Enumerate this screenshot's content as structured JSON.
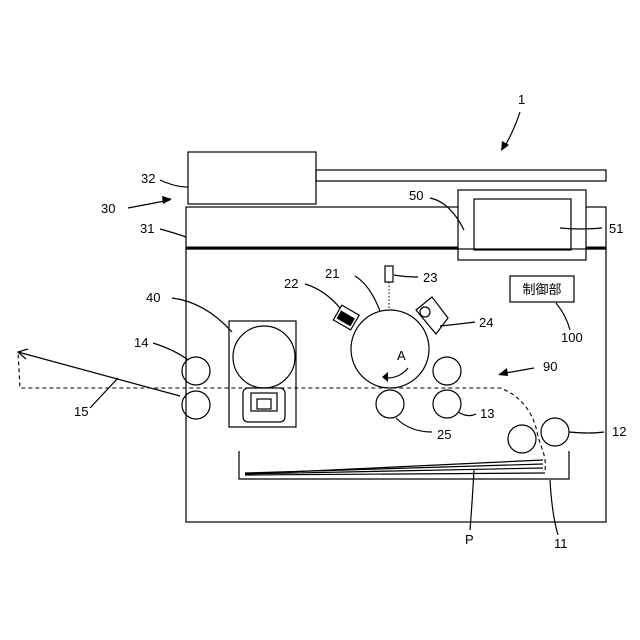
{
  "labels": {
    "apparatus": "1",
    "scanner": "30",
    "scanner_top": "32",
    "scanner_base": "31",
    "panel": "50",
    "display": "51",
    "photoreceptor": "21",
    "charger": "22",
    "exposure": "23",
    "cleaner": "24",
    "fixing": "40",
    "exit_roller": "14",
    "output_tray": "15",
    "path": "90",
    "control_ref": "100",
    "control_text": "制御部",
    "rotation": "A",
    "transfer": "25",
    "register": "13",
    "feed_roller": "12",
    "paper": "P",
    "cassette": "11"
  }
}
